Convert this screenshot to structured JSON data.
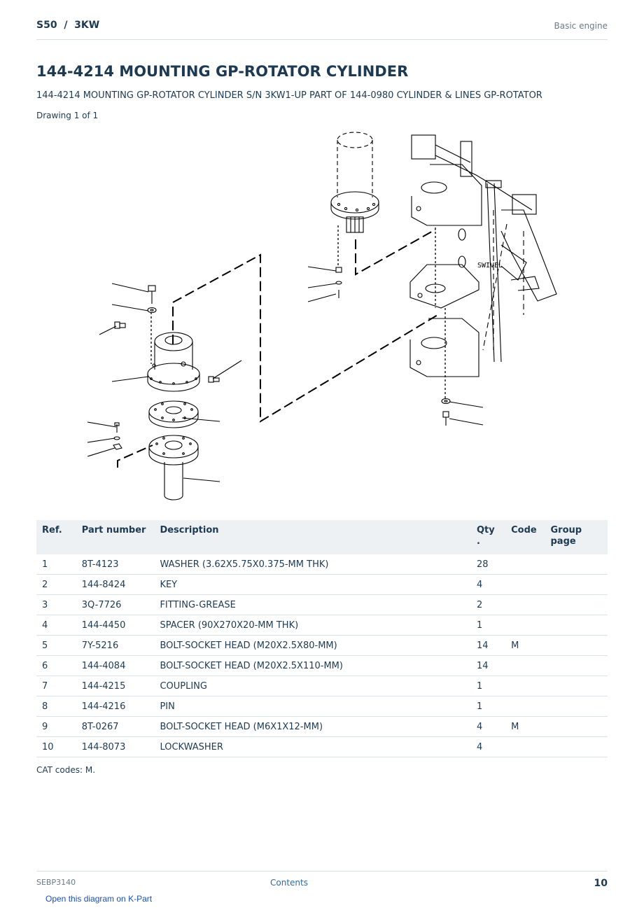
{
  "header": {
    "model": "S50  /  3KW",
    "section": "Basic engine"
  },
  "title": "144-4214 MOUNTING GP-ROTATOR CYLINDER",
  "subtitle": "144-4214 MOUNTING GP-ROTATOR CYLINDER S/N 3KW1-UP PART OF 144-0980 CYLINDER & LINES GP-ROTATOR",
  "drawing_label": "Drawing 1 of 1",
  "diagram": {
    "swivel_label": "SWIVEL"
  },
  "table": {
    "headers": {
      "ref": "Ref.",
      "part": "Part number",
      "desc": "Description",
      "qty": "Qty\n.",
      "code": "Code",
      "group": "Group\npage"
    },
    "rows": [
      {
        "ref": "1",
        "part": "8T-4123",
        "desc": "WASHER (3.62X5.75X0.375-MM THK)",
        "qty": "28",
        "code": "",
        "group": ""
      },
      {
        "ref": "2",
        "part": "144-8424",
        "desc": "KEY",
        "qty": "4",
        "code": "",
        "group": ""
      },
      {
        "ref": "3",
        "part": "3Q-7726",
        "desc": "FITTING-GREASE",
        "qty": "2",
        "code": "",
        "group": ""
      },
      {
        "ref": "4",
        "part": "144-4450",
        "desc": "SPACER (90X270X20-MM THK)",
        "qty": "1",
        "code": "",
        "group": ""
      },
      {
        "ref": "5",
        "part": "7Y-5216",
        "desc": "BOLT-SOCKET HEAD (M20X2.5X80-MM)",
        "qty": "14",
        "code": "M",
        "group": ""
      },
      {
        "ref": "6",
        "part": "144-4084",
        "desc": "BOLT-SOCKET HEAD (M20X2.5X110-MM)",
        "qty": "14",
        "code": "",
        "group": ""
      },
      {
        "ref": "7",
        "part": "144-4215",
        "desc": "COUPLING",
        "qty": "1",
        "code": "",
        "group": ""
      },
      {
        "ref": "8",
        "part": "144-4216",
        "desc": "PIN",
        "qty": "1",
        "code": "",
        "group": ""
      },
      {
        "ref": "9",
        "part": "8T-0267",
        "desc": "BOLT-SOCKET HEAD (M6X1X12-MM)",
        "qty": "4",
        "code": "M",
        "group": ""
      },
      {
        "ref": "10",
        "part": "144-8073",
        "desc": "LOCKWASHER",
        "qty": "4",
        "code": "",
        "group": ""
      }
    ]
  },
  "cat_codes": "CAT codes: M.",
  "footer": {
    "doc_id": "SEBP3140",
    "contents": "Contents",
    "page": "10"
  },
  "kpart_link": "Open this diagram on K-Part"
}
